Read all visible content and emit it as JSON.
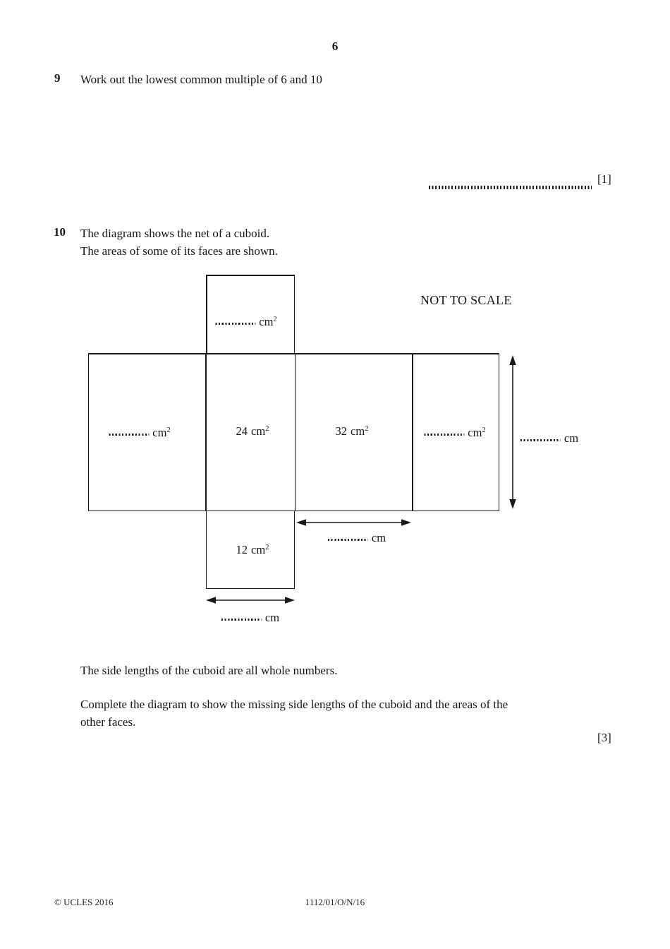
{
  "page": {
    "number": "6"
  },
  "q9": {
    "number": "9",
    "prompt": "Work out the lowest common multiple of 6 and 10",
    "marks": "[1]"
  },
  "q10": {
    "number": "10",
    "intro_line1": "The diagram shows the net of a cuboid.",
    "intro_line2": "The areas of some of its faces are shown.",
    "scale_note": "NOT TO SCALE",
    "faces": {
      "top": {
        "value": "",
        "unit": "cm",
        "exp": "2"
      },
      "left": {
        "value": "",
        "unit": "cm",
        "exp": "2"
      },
      "front": {
        "value": "24",
        "unit": "cm",
        "exp": "2"
      },
      "middle": {
        "value": "32",
        "unit": "cm",
        "exp": "2"
      },
      "right": {
        "value": "",
        "unit": "cm",
        "exp": "2"
      },
      "bottom": {
        "value": "12",
        "unit": "cm",
        "exp": "2"
      }
    },
    "dimensions": {
      "height": {
        "unit": "cm"
      },
      "depth": {
        "unit": "cm"
      },
      "width": {
        "unit": "cm"
      }
    },
    "statement": "The side lengths of the cuboid are all whole numbers.",
    "instruction_line1": "Complete the diagram to show the missing side lengths of the cuboid and the areas of the",
    "instruction_line2": "other faces.",
    "marks": "[3]"
  },
  "footer": {
    "copyright": "© UCLES 2016",
    "paper_code": "1112/01/O/N/16"
  }
}
